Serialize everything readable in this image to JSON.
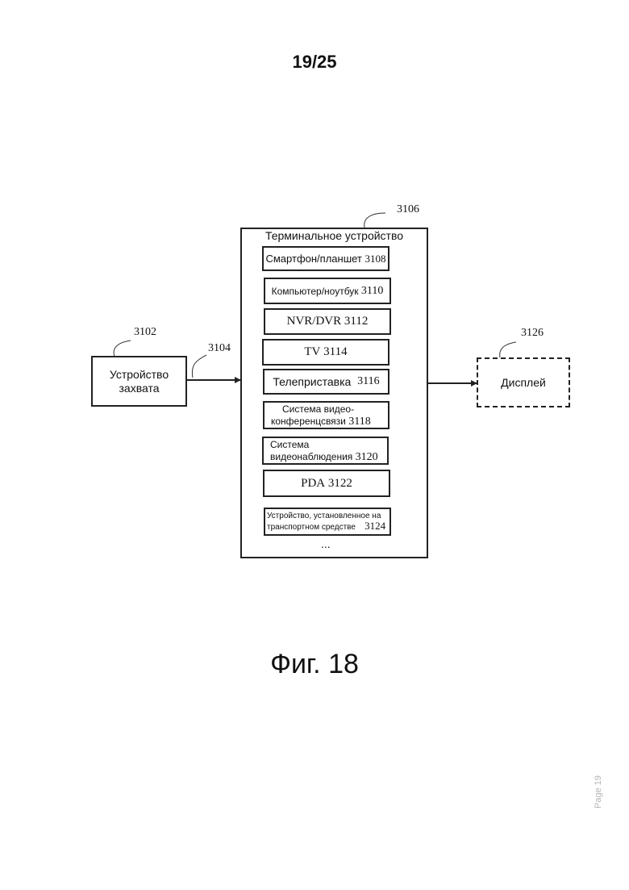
{
  "page": {
    "number_label": "19/25",
    "caption": "Фиг. 18",
    "stamp": "Page 19"
  },
  "diagram": {
    "capture": {
      "ref": "3102",
      "label_line1": "Устройство",
      "label_line2": "захвата"
    },
    "link": {
      "ref": "3104"
    },
    "terminal": {
      "ref": "3106",
      "title": "Терминальное устройство",
      "items": [
        {
          "label": "Смартфон/планшет",
          "ref": "3108"
        },
        {
          "label": "Компьютер/ноутбук",
          "ref": "3110"
        },
        {
          "label": "NVR/DVR",
          "ref": "3112"
        },
        {
          "label": "TV",
          "ref": "3114"
        },
        {
          "label": "Телеприставка",
          "ref": "3116"
        },
        {
          "label_line1": "Система видео-",
          "label_line2": "конференцсвязи",
          "ref": "3118"
        },
        {
          "label_line1": "Система",
          "label_line2": "видеонаблюдения",
          "ref": "3120"
        },
        {
          "label": "PDA",
          "ref": "3122"
        },
        {
          "label_line1": "Устройство, установленное на",
          "label_line2": "транспортном средстве",
          "ref": "3124"
        }
      ],
      "more": "..."
    },
    "display": {
      "ref": "3126",
      "label": "Дисплей"
    }
  }
}
